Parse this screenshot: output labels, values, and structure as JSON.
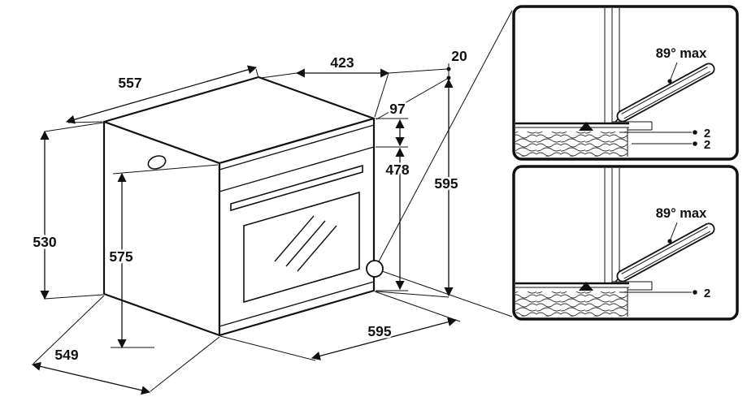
{
  "diagram": {
    "oven_view": {
      "dim_top_depth": "557",
      "dim_top_width": "423",
      "dim_top_gap": "20",
      "dim_panel": "97",
      "dim_door": "478",
      "dim_height": "595",
      "dim_left_height": "530",
      "dim_inner_height": "575",
      "dim_bottom_depth": "549",
      "dim_bottom_width": "595"
    },
    "detail_top": {
      "angle_label": "89° max",
      "gap_1": "2",
      "gap_2": "2"
    },
    "detail_bottom": {
      "angle_label": "89° max",
      "gap_1": "2"
    }
  }
}
